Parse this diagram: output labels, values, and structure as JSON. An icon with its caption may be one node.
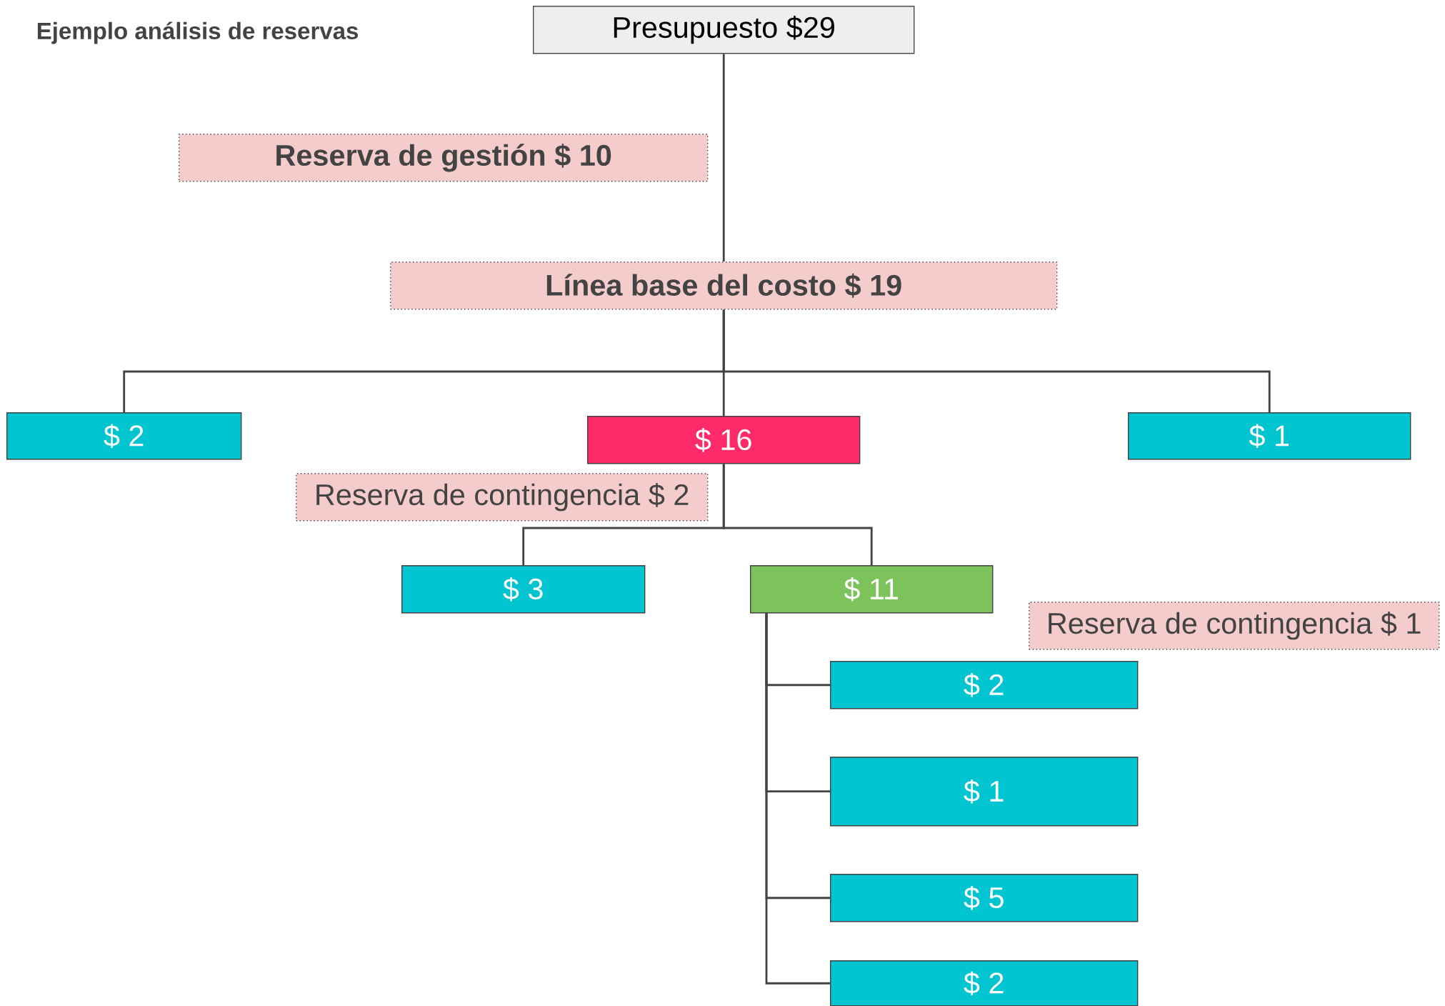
{
  "diagram": {
    "title": "Ejemplo análisis de reservas",
    "nodes": [
      {
        "text": [
          "Presupuesto $29"
        ]
      },
      {
        "text": [
          "Reserva de gestión $ 10"
        ]
      },
      {
        "text": [
          "Línea base del costo $ 19"
        ]
      },
      {
        "text": [
          "$ 2"
        ]
      },
      {
        "text": [
          "$ 16"
        ]
      },
      {
        "text": [
          "$ 1"
        ]
      },
      {
        "text": [
          "Reserva de contingencia $ 2"
        ]
      },
      {
        "text": [
          "$ 3"
        ]
      },
      {
        "text": [
          "$ 11"
        ]
      },
      {
        "text": [
          "Reserva de contingencia $ 1"
        ]
      },
      {
        "text": [
          "$ 2"
        ]
      },
      {
        "text": [
          "$ 1"
        ]
      },
      {
        "text": [
          "$ 5"
        ]
      },
      {
        "text": [
          "$ 2"
        ]
      }
    ],
    "edges": [
      {
        "from": 0,
        "to": 2,
        "arrow": "none"
      },
      {
        "from": 2,
        "to": 3,
        "arrow": "none"
      },
      {
        "from": 2,
        "to": 4,
        "arrow": "none"
      },
      {
        "from": 2,
        "to": 5,
        "arrow": "none"
      },
      {
        "from": 4,
        "to": 7,
        "arrow": "none"
      },
      {
        "from": 4,
        "to": 8,
        "arrow": "none"
      },
      {
        "from": 8,
        "to": 10,
        "arrow": "none"
      },
      {
        "from": 8,
        "to": 11,
        "arrow": "none"
      },
      {
        "from": 8,
        "to": 12,
        "arrow": "none"
      },
      {
        "from": 8,
        "to": 13,
        "arrow": "none"
      }
    ]
  }
}
